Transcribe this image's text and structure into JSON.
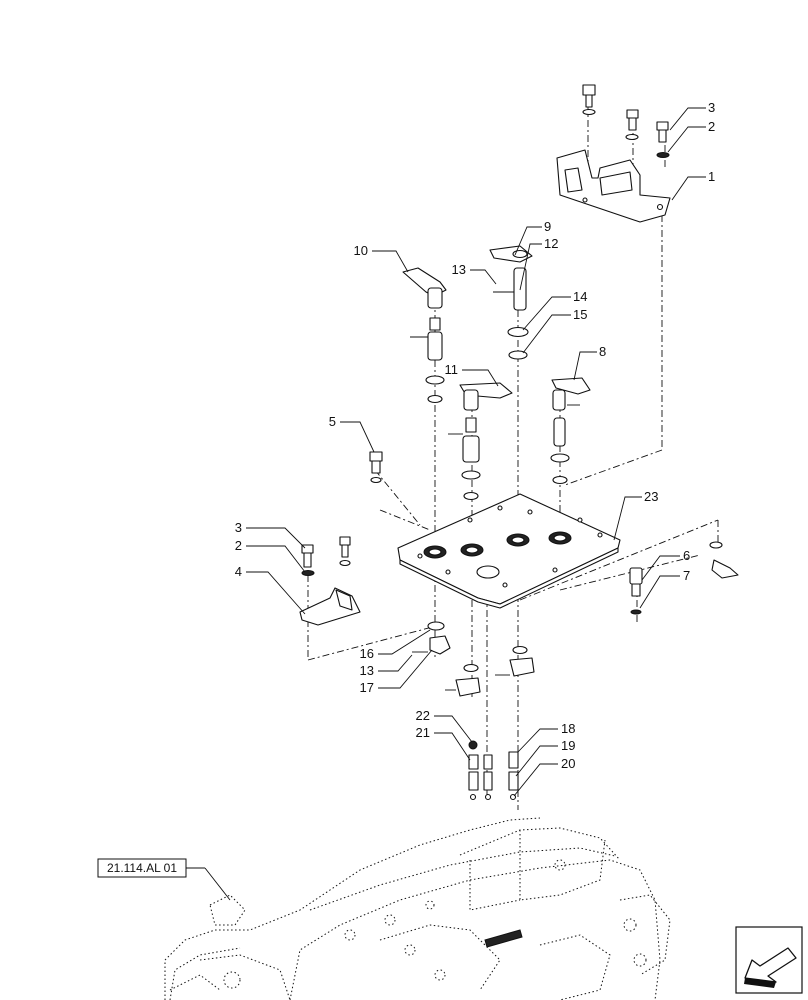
{
  "diagram": {
    "callouts": [
      "1",
      "2",
      "3",
      "4",
      "5",
      "6",
      "7",
      "8",
      "9",
      "10",
      "11",
      "12",
      "13",
      "14",
      "15",
      "16",
      "17",
      "18",
      "19",
      "20",
      "21",
      "22",
      "23"
    ],
    "callout_2_bottom": "2",
    "callout_3_bottom": "3",
    "callout_13_bottom": "13",
    "reference_label": "21.114.AL 01",
    "nav_icon": "arrow-icon"
  }
}
